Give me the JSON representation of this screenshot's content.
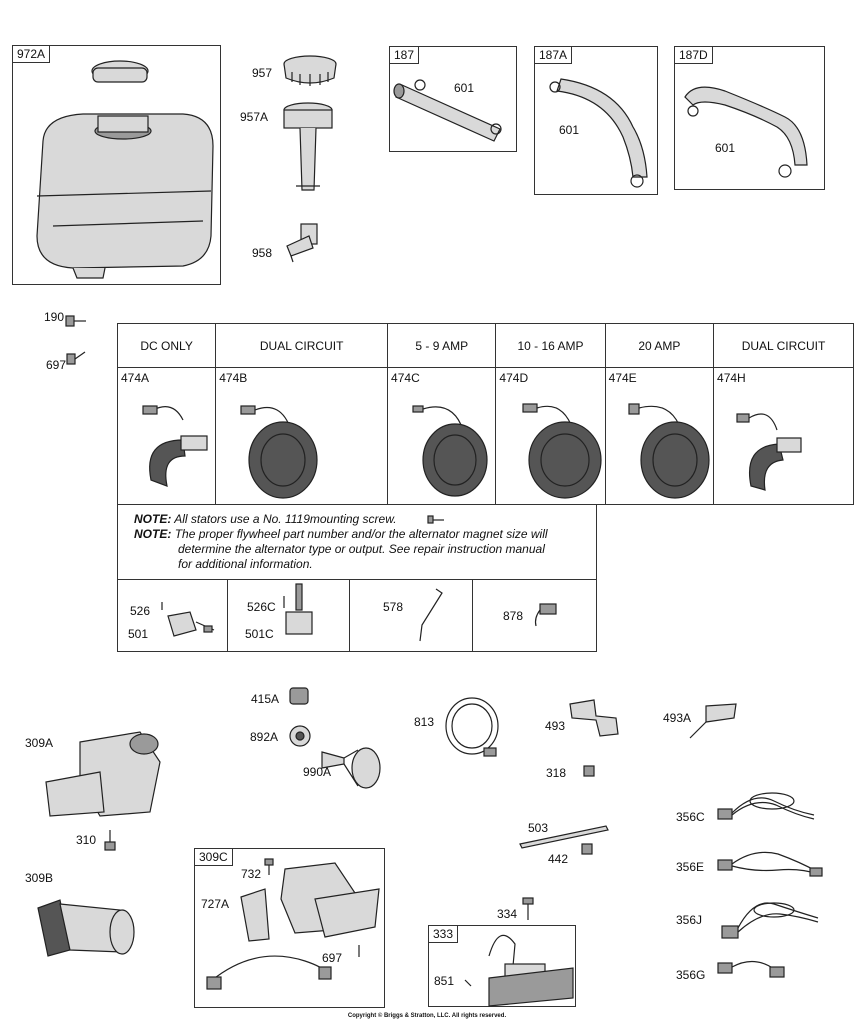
{
  "parts": {
    "p972A": "972A",
    "p957": "957",
    "p957A": "957A",
    "p958": "958",
    "p187": "187",
    "p601a": "601",
    "p187A": "187A",
    "p601b": "601",
    "p187D": "187D",
    "p601c": "601",
    "p190": "190",
    "p697a": "697",
    "p526": "526",
    "p501": "501",
    "p526C": "526C",
    "p501C": "501C",
    "p578": "578",
    "p878": "878",
    "p415A": "415A",
    "p892A": "892A",
    "p990A": "990A",
    "p309A": "309A",
    "p310": "310",
    "p309B": "309B",
    "p309C": "309C",
    "p732": "732",
    "p727A": "727A",
    "p697b": "697",
    "p813": "813",
    "p493": "493",
    "p318": "318",
    "p493A": "493A",
    "p503": "503",
    "p442": "442",
    "p334": "334",
    "p333": "333",
    "p851": "851",
    "p356C": "356C",
    "p356E": "356E",
    "p356J": "356J",
    "p356G": "356G"
  },
  "stator_table": {
    "headers": [
      "DC ONLY",
      "DUAL CIRCUIT",
      "5 - 9 AMP",
      "10 - 16 AMP",
      "20 AMP",
      "DUAL CIRCUIT"
    ],
    "codes": [
      "474A",
      "474B",
      "474C",
      "474D",
      "474E",
      "474H"
    ]
  },
  "notes": {
    "label": "NOTE:",
    "note1": "All stators use a No. 1119mounting screw.",
    "note2_l1": "The proper flywheel part number and/or the alternator magnet size will",
    "note2_l2": "determine the alternator type or output. See repair instruction manual",
    "note2_l3": "for additional information."
  },
  "copyright": "Copyright © Briggs & Stratton, LLC. All rights reserved."
}
